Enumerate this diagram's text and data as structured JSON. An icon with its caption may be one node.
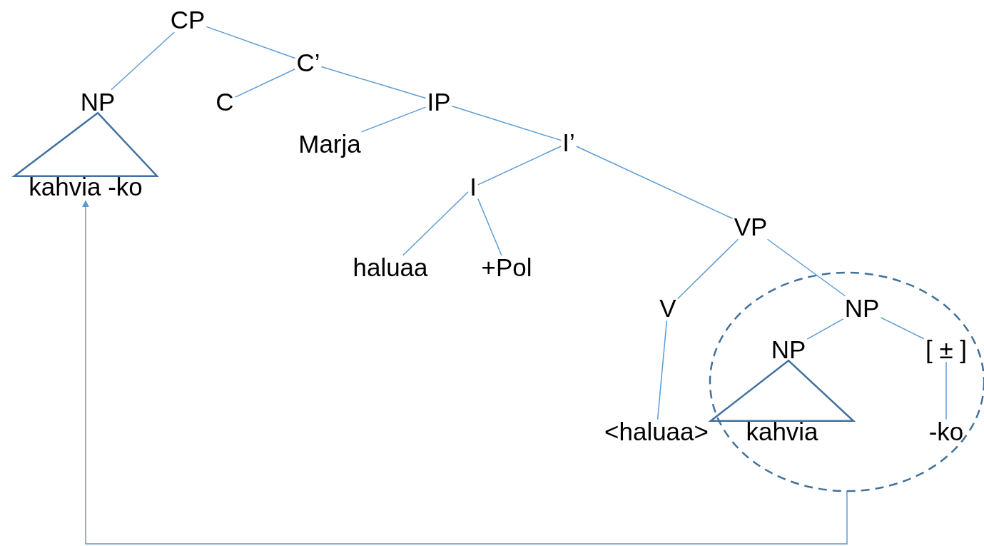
{
  "diagram": {
    "nodes": [
      {
        "text": [
          "CP"
        ]
      },
      {
        "text": [
          "NP"
        ]
      },
      {
        "text": [
          "C’"
        ]
      },
      {
        "text": [
          "C"
        ]
      },
      {
        "text": [
          "IP"
        ]
      },
      {
        "text": [
          "kahvia -ko"
        ]
      },
      {
        "text": [
          "Marja"
        ]
      },
      {
        "text": [
          "I’"
        ]
      },
      {
        "text": [
          "I"
        ]
      },
      {
        "text": [
          "VP"
        ]
      },
      {
        "text": [
          "haluaa"
        ]
      },
      {
        "text": [
          "+Pol"
        ]
      },
      {
        "text": [],
        "shape": "circle"
      },
      {
        "text": [
          "V"
        ]
      },
      {
        "text": [
          "NP"
        ],
        "in": 12
      },
      {
        "text": [
          "NP"
        ],
        "in": 12
      },
      {
        "text": [
          "[ ± ]"
        ],
        "in": 12
      },
      {
        "text": [
          "<haluaa>"
        ]
      },
      {
        "text": [
          "kahvia"
        ],
        "in": 12
      },
      {
        "text": [
          "-ko"
        ],
        "in": 12
      }
    ],
    "edges": [
      {
        "from": 0,
        "to": 1,
        "arrow": "none"
      },
      {
        "from": 0,
        "to": 2,
        "arrow": "none"
      },
      {
        "from": 2,
        "to": 3,
        "arrow": "none"
      },
      {
        "from": 2,
        "to": 4,
        "arrow": "none"
      },
      {
        "from": 1,
        "to": 5,
        "arrow": "none",
        "style": "thick",
        "color": "#41719c"
      },
      {
        "from": 4,
        "to": 6,
        "arrow": "none"
      },
      {
        "from": 4,
        "to": 7,
        "arrow": "none"
      },
      {
        "from": 7,
        "to": 8,
        "arrow": "none"
      },
      {
        "from": 7,
        "to": 9,
        "arrow": "none"
      },
      {
        "from": 8,
        "to": 10,
        "arrow": "none"
      },
      {
        "from": 8,
        "to": 11,
        "arrow": "none"
      },
      {
        "from": 9,
        "to": 13,
        "arrow": "none"
      },
      {
        "from": 9,
        "to": 14,
        "arrow": "none"
      },
      {
        "from": 14,
        "to": 15,
        "arrow": "none"
      },
      {
        "from": 14,
        "to": 16,
        "arrow": "none"
      },
      {
        "from": 13,
        "to": 17,
        "arrow": "none"
      },
      {
        "from": 15,
        "to": 18,
        "arrow": "none",
        "style": "thick",
        "color": "#41719c"
      },
      {
        "from": 16,
        "to": 19,
        "arrow": "none"
      },
      {
        "from": 12,
        "to": 5,
        "arrow": "to"
      }
    ]
  }
}
